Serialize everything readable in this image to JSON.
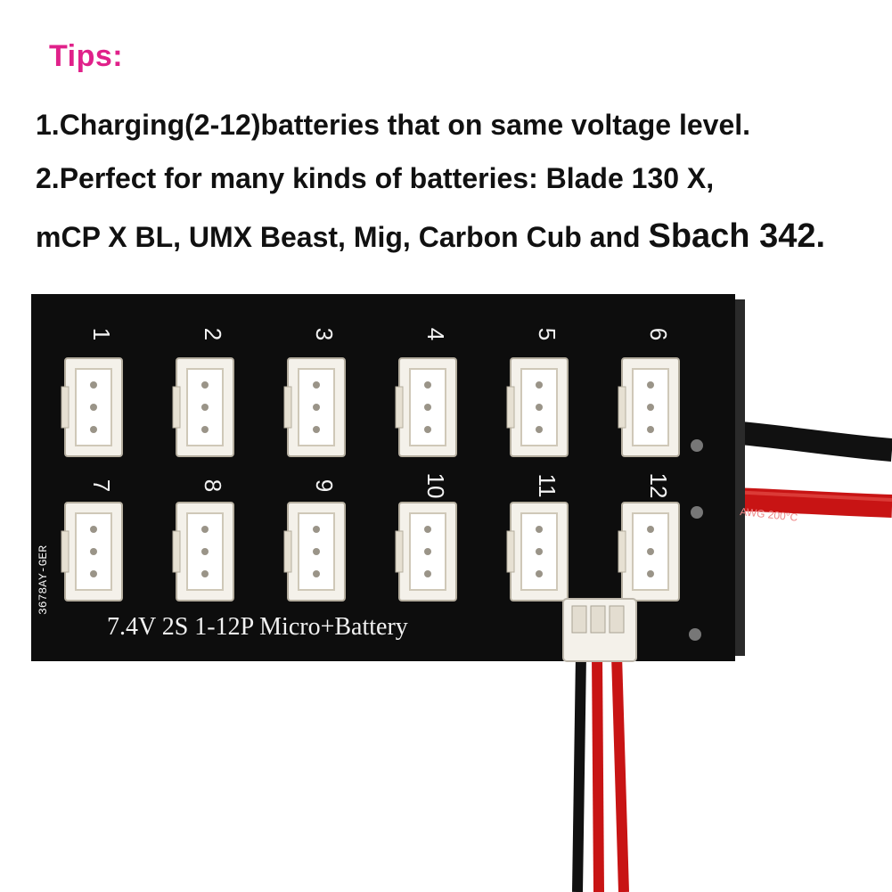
{
  "tips": {
    "title": "Tips:",
    "line1": "1.Charging(2-12)batteries that on same voltage level.",
    "line2": "2.Perfect for many kinds of batteries: Blade 130 X,",
    "line3_start": "mCP X BL, UMX Beast, Mig, Carbon Cub and ",
    "line3_end": "Sbach 342."
  },
  "board": {
    "ports_top": [
      "1",
      "2",
      "3",
      "4",
      "5",
      "6"
    ],
    "ports_bottom": [
      "7",
      "8",
      "9",
      "10",
      "11",
      "12"
    ],
    "label": "7.4V  2S  1-12P Micro+Battery",
    "serial": "3678AY-GER",
    "wire_print": "AWG  200°C"
  },
  "colors": {
    "tips_title": "#e0218a",
    "board": "#0d0d0d",
    "connector": "#f4f1ea",
    "wire_red": "#c81414",
    "wire_black": "#111111"
  }
}
